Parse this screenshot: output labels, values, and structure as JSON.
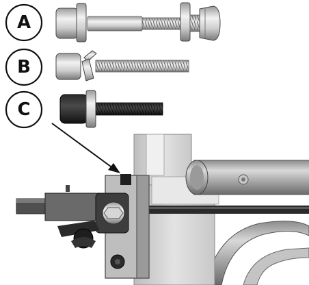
{
  "callouts": [
    {
      "id": "A",
      "label": "A"
    },
    {
      "id": "B",
      "label": "B"
    },
    {
      "id": "C",
      "label": "C"
    }
  ],
  "colors": {
    "ink": "#111111",
    "steel_light": "#e6e6e6",
    "steel_mid": "#b5b5b5",
    "steel_dark": "#6f6f6f",
    "black_oxide": "#1f1f1f",
    "frame_gray": "#d2d2d2"
  },
  "icons": {
    "part_a": "bolt-with-washers-and-nut-icon",
    "part_b": "bolt-with-angled-washer-icon",
    "part_c": "black-bolt-with-washer-icon",
    "assembly": "handle-mount-assembly-icon"
  }
}
